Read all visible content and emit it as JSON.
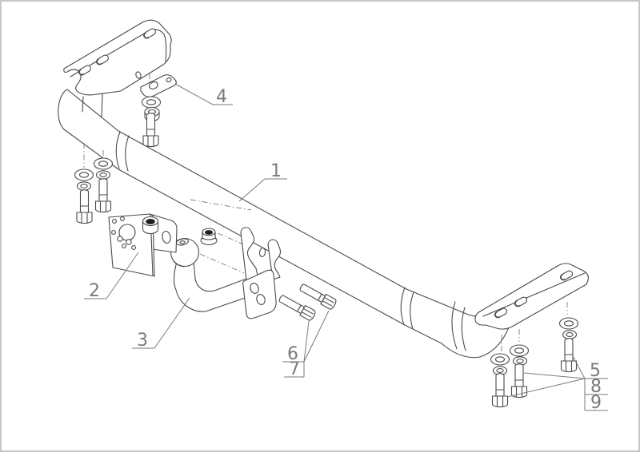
{
  "drawing": {
    "kind": "towbar-exploded-assembly-diagram"
  },
  "callouts": {
    "c1": "1",
    "c2": "2",
    "c3": "3",
    "c4": "4",
    "c5": "5",
    "c6": "6",
    "c7": "7",
    "c8": "8",
    "c9": "9"
  },
  "colors": {
    "outline": "#4a4a4a",
    "annotation": "#7a7a7a",
    "background": "#ffffff",
    "border": "#c7c7c7",
    "bore_dark": "#1c1c1c"
  }
}
